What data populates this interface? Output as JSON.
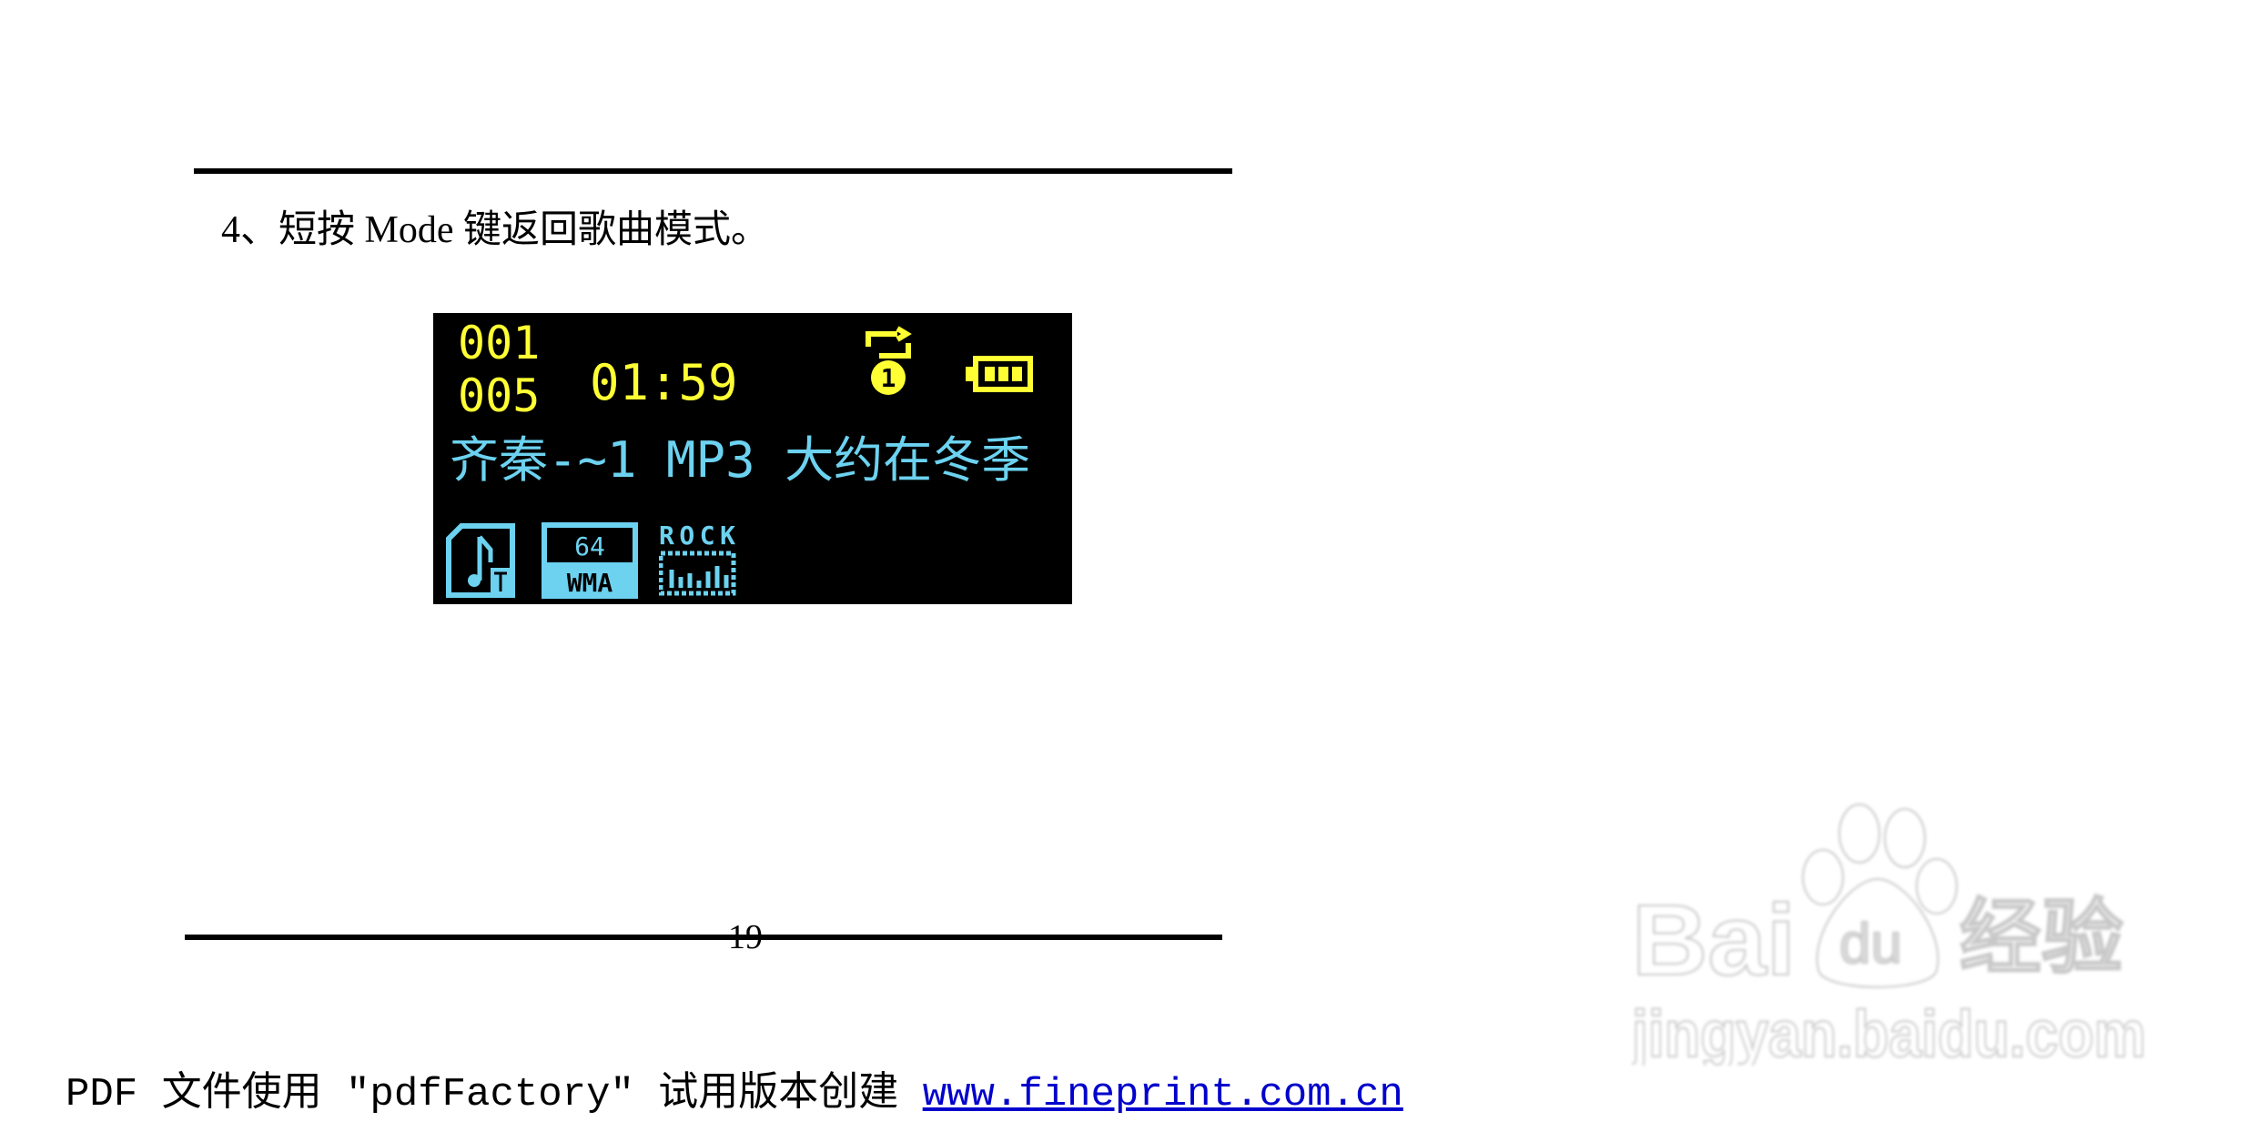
{
  "instruction": "4、短按 Mode 键返回歌曲模式。",
  "lcd": {
    "track_number": "001",
    "track_total": "005",
    "time": "01:59",
    "song_line": "齐秦-~1 MP3  大约在冬季",
    "repeat_mode": "1",
    "bitrate": "64",
    "format": "WMA",
    "eq_mode": "ROCK",
    "battery_level": 1.0,
    "colors": {
      "background": "#000000",
      "status": "#ffff33",
      "text": "#6cd2f0"
    },
    "icons": [
      "repeat-one-icon",
      "battery-icon",
      "music-file-icon",
      "format-icon",
      "eq-icon"
    ]
  },
  "page_number": "19",
  "footer": {
    "text": "PDF 文件使用 \"pdfFactory\" 试用版本创建 ",
    "link": "www.fineprint.com.cn",
    "link_color": "#0000cc"
  },
  "watermark": {
    "brand_latin_1": "Bai",
    "brand_latin_2": "du",
    "brand_cn": "经验",
    "domain": "jingyan.baidu.com"
  }
}
